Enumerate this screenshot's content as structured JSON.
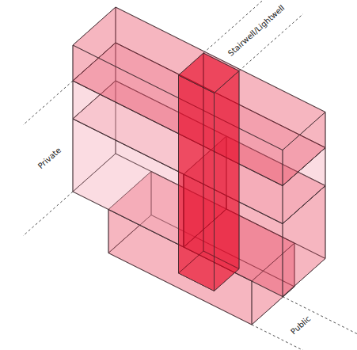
{
  "diagram": {
    "labels": [
      "Stairwell/Lightwell",
      "Private",
      "Public"
    ]
  }
}
